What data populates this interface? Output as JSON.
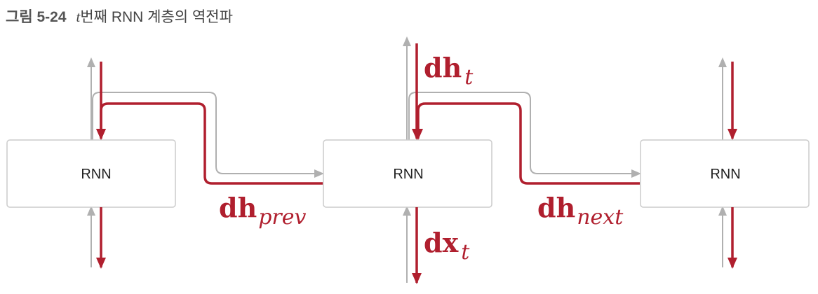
{
  "caption": {
    "figure_number": "그림 5-24",
    "title_var": "t",
    "title_rest": "번째 RNN 계층의 역전파"
  },
  "nodes": [
    {
      "label": "RNN"
    },
    {
      "label": "RNN"
    },
    {
      "label": "RNN"
    }
  ],
  "gradients": {
    "dh_t": {
      "main": "dh",
      "sub": "t"
    },
    "dh_prev": {
      "main": "dh",
      "sub": "prev"
    },
    "dh_next": {
      "main": "dh",
      "sub": "next"
    },
    "dx_t": {
      "main": "dx",
      "sub": "t"
    }
  },
  "colors": {
    "gradient": "#b01f2e",
    "forward": "#b0b0b0",
    "box_border": "#cccccc"
  }
}
